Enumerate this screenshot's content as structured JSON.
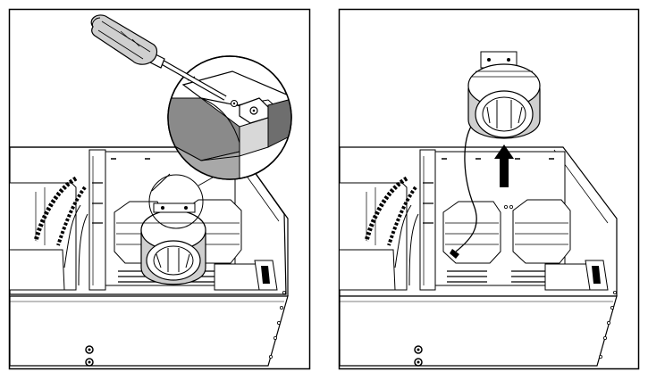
{
  "figure": {
    "panels": [
      {
        "id": "left",
        "step": "remove-blower-screw"
      },
      {
        "id": "right",
        "step": "lift-blower-out"
      }
    ],
    "icons": {
      "tool": "screwdriver-icon",
      "callout": "magnifier-callout-icon",
      "arrow": "up-arrow-icon"
    },
    "colors": {
      "line": "#000000",
      "background": "#ffffff",
      "shade": "#bfbfbf",
      "dark_shade": "#7a7a7a"
    }
  }
}
